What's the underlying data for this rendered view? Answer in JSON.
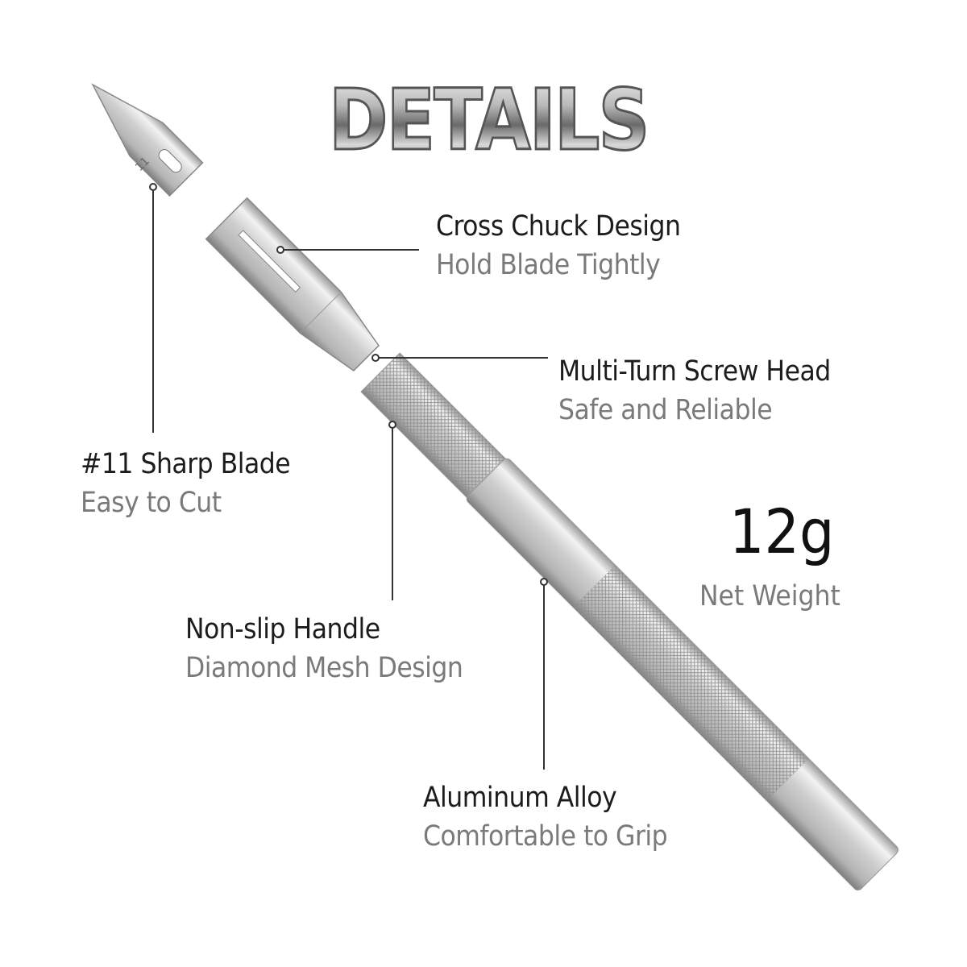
{
  "title": "DETAILS",
  "callouts": [
    {
      "title": "#11 Sharp Blade",
      "subtitle": "Easy to Cut"
    },
    {
      "title": "Cross Chuck Design",
      "subtitle": "Hold Blade Tightly"
    },
    {
      "title": "Multi-Turn Screw Head",
      "subtitle": "Safe and Reliable"
    },
    {
      "title": "Non-slip Handle",
      "subtitle": "Diamond Mesh Design"
    },
    {
      "title": "Aluminum Alloy",
      "subtitle": "Comfortable to Grip"
    }
  ],
  "weight": {
    "value": "12g",
    "label": "Net Weight"
  },
  "blade_marking": "11"
}
